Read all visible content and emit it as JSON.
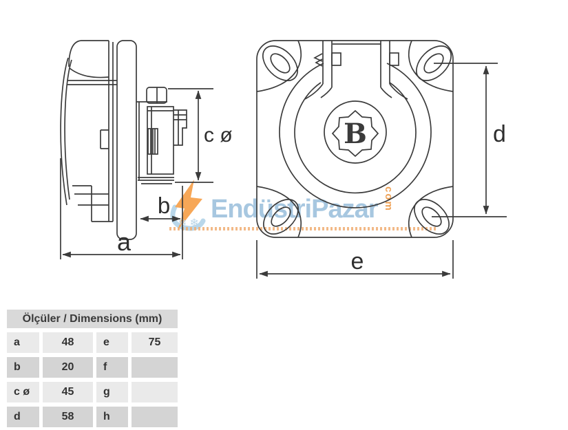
{
  "drawing": {
    "dim_labels": {
      "a": "a",
      "b": "b",
      "c": "c ø",
      "d": "d",
      "e": "e"
    },
    "logo_letter": "B"
  },
  "watermark": {
    "brand_text": "EndüstriPazar",
    "vertical_text": "com",
    "snowflakes": "❄❄"
  },
  "colors": {
    "line": "#3b3b3b",
    "watermark_blue": "#a7c7e0",
    "watermark_orange": "#f7a757",
    "underline_orange": "#f0ad72",
    "table_header_bg": "#d9d9d9",
    "table_row_light": "#eaeaea",
    "table_row_dark": "#d4d4d4"
  },
  "table": {
    "header": "Ölçüler / Dimensions (mm)",
    "rows": [
      {
        "k1": "a",
        "v1": "48",
        "k2": "e",
        "v2": "75"
      },
      {
        "k1": "b",
        "v1": "20",
        "k2": "f",
        "v2": ""
      },
      {
        "k1": "c ø",
        "v1": "45",
        "k2": "g",
        "v2": ""
      },
      {
        "k1": "d",
        "v1": "58",
        "k2": "h",
        "v2": ""
      }
    ]
  }
}
